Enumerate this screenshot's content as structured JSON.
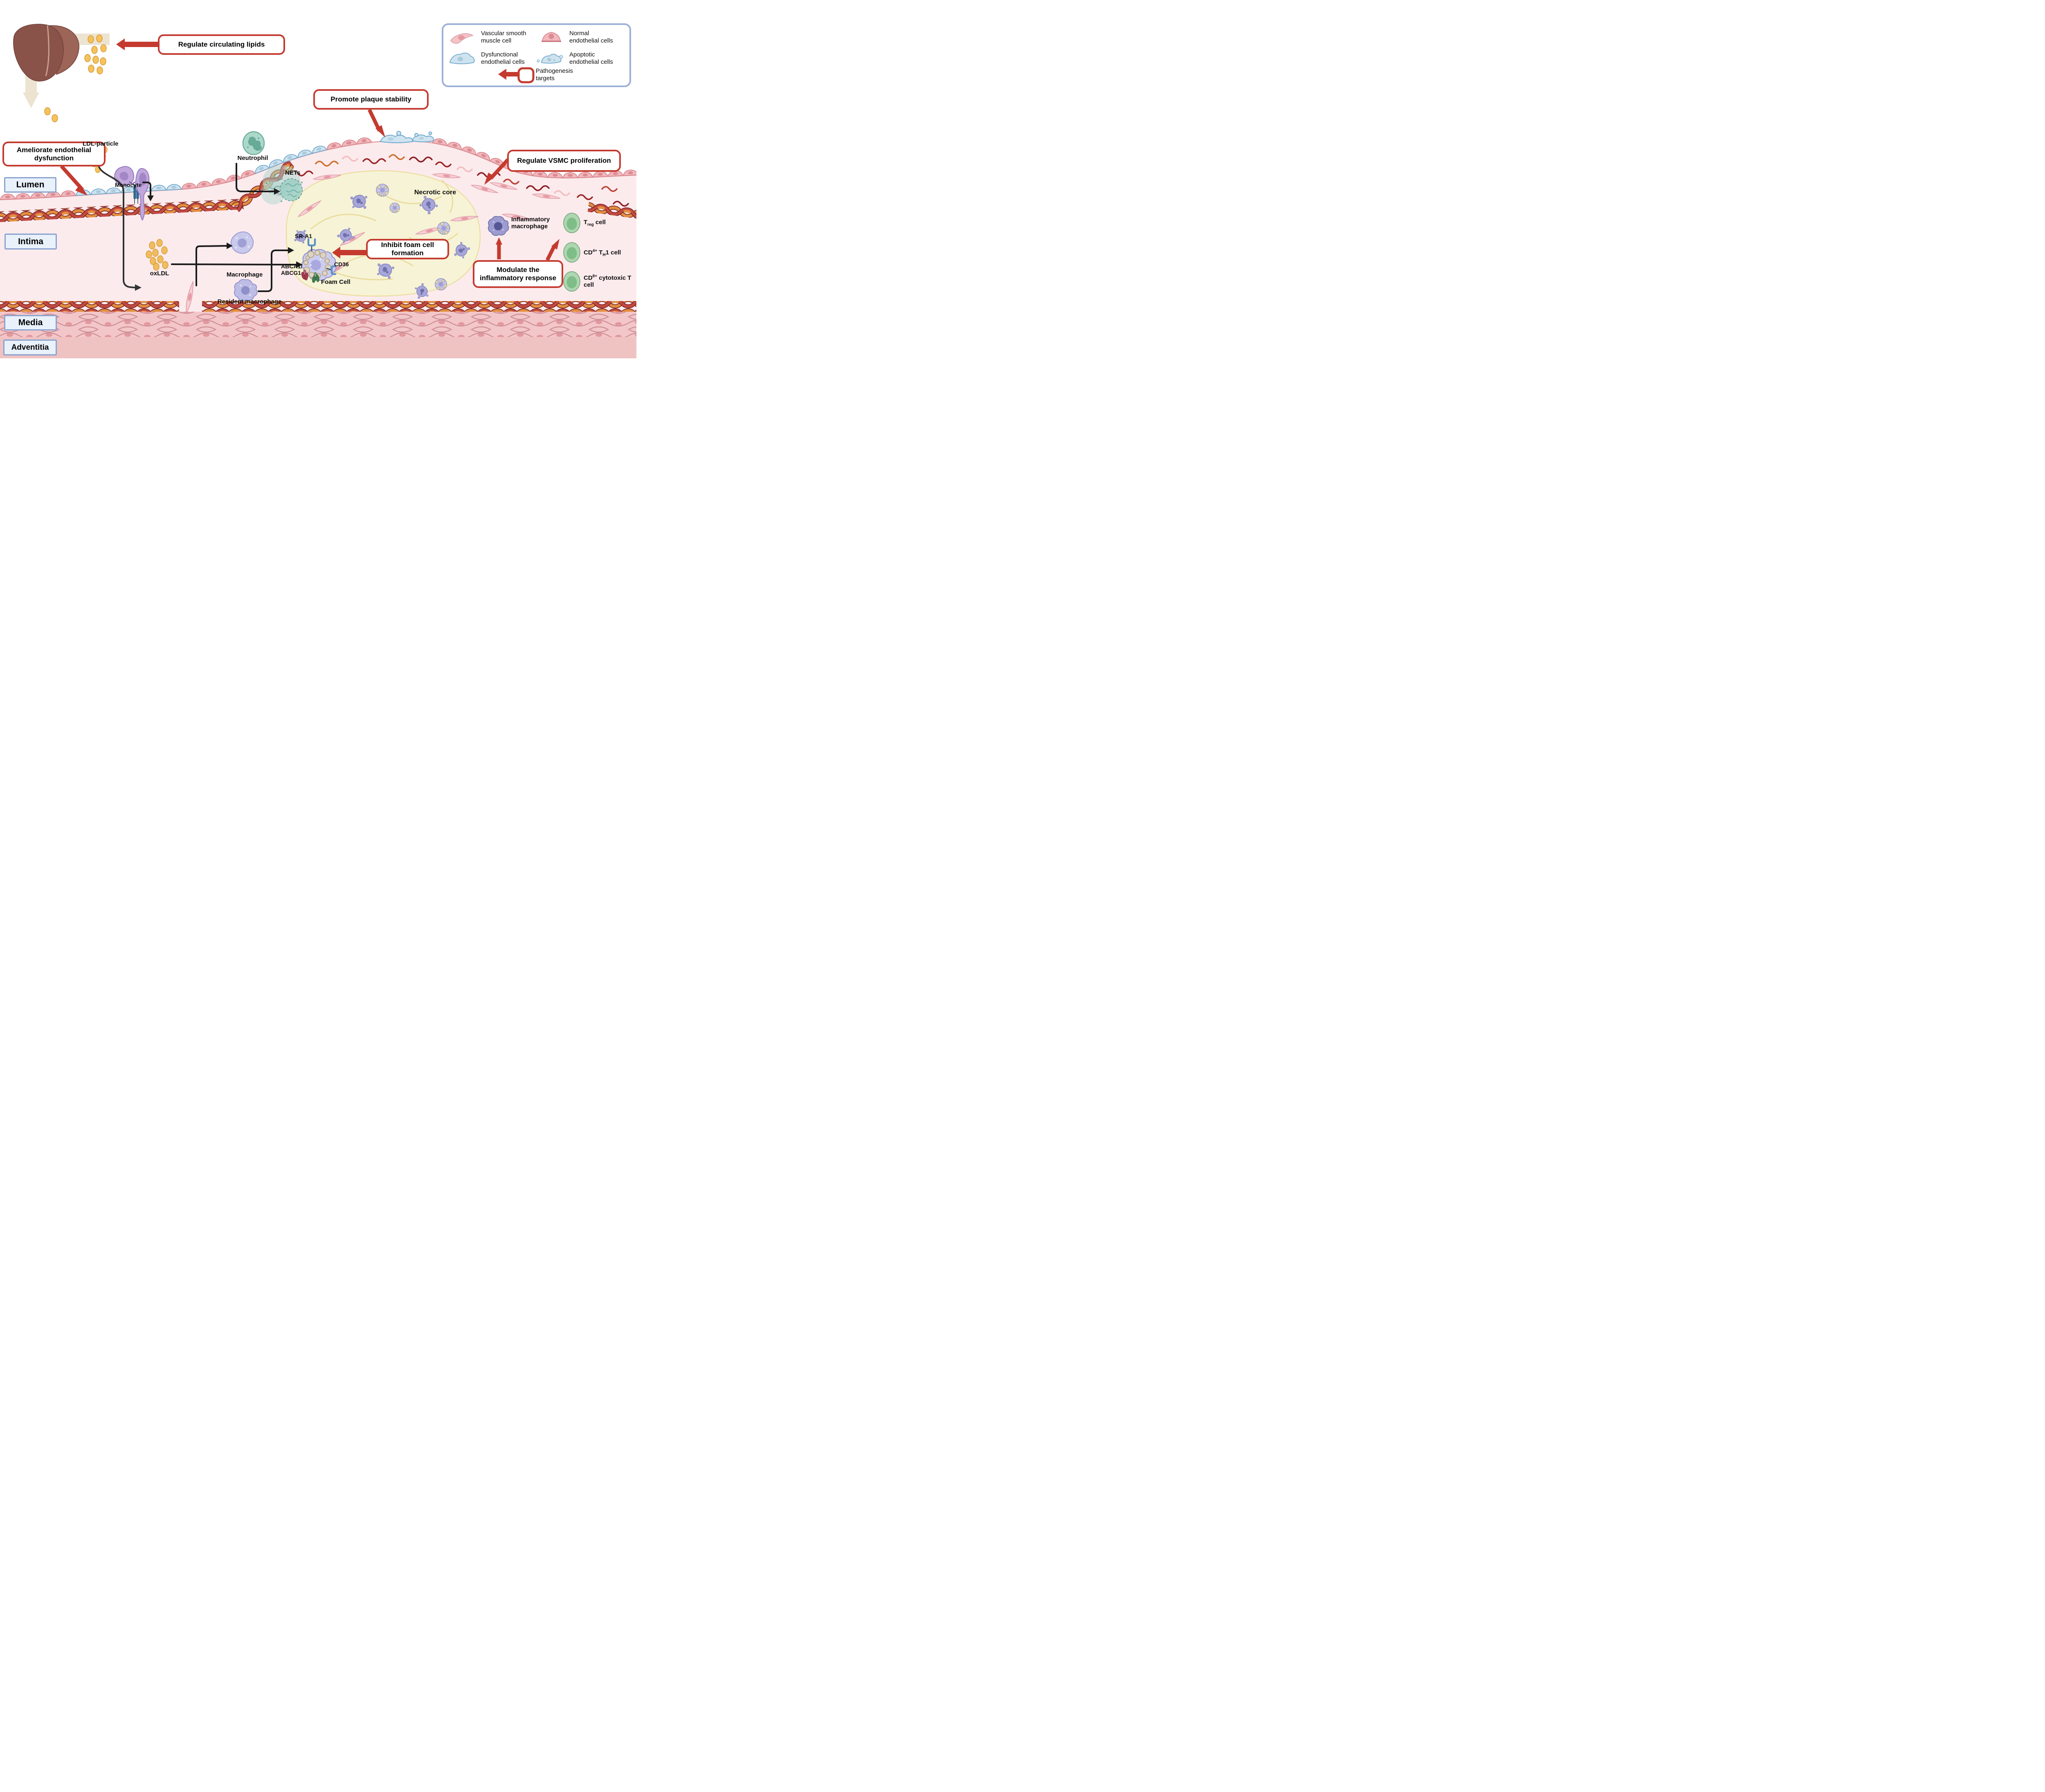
{
  "layers": {
    "lumen": "Lumen",
    "intima": "Intima",
    "media": "Media",
    "adventitia": "Adventitia"
  },
  "target_boxes": {
    "regulate_lipids": "Regulate circulating lipids",
    "ameliorate_endothelial": "Ameliorate endothelial dysfunction",
    "promote_plaque": "Promote plaque stability",
    "regulate_vsmc": "Regulate VSMC proliferation",
    "inhibit_foam": "Inhibit foam cell formation",
    "modulate_inflammatory": "Modulate the inflammatory response"
  },
  "cell_labels": {
    "ldl_particle": "LDL-particle",
    "monocyte": "Monocyte",
    "neutrophil": "Neutrophil",
    "nets": "NETs",
    "necrotic_core": "Necrotic core",
    "macrophage": "Macrophage",
    "oxldl": "oxLDL",
    "resident_macrophage": "Resident macrophage",
    "sr_a1": "SR-A1",
    "cd36": "CD36",
    "abca1": "ABCA1/",
    "abcg1": "ABCG1",
    "foam_cell": "Foam  Cell",
    "inflammatory_line1": "Inflammatory",
    "inflammatory_line2": "macrophage"
  },
  "t_cells": {
    "treg": {
      "pre": "T",
      "sub": "reg",
      "post": " cell"
    },
    "cd4": {
      "pre": "CD",
      "sup": "4+",
      "mid": " T",
      "sub": "H",
      "post": "1 cell"
    },
    "cd8": {
      "pre": "CD",
      "sup": "8+",
      "post": " cytotoxic T cell"
    }
  },
  "legend": {
    "vsmc_line1": "Vascular smooth",
    "vsmc_line2": "muscle cell",
    "normal_ec_line1": "Normal",
    "normal_ec_line2": "endothelial cells",
    "dysfunctional_ec_line1": "Dysfunctional",
    "dysfunctional_ec_line2": "endothelial cells",
    "apoptotic_ec_line1": "Apoptotic",
    "apoptotic_ec_line2": "endothelial cells",
    "pathogenesis_line1": "Pathogenesis",
    "pathogenesis_line2": "targets"
  },
  "colors": {
    "target_red": "#c43a2f",
    "legend_border": "#9db0d9",
    "layer_box_border": "#8aa3cf",
    "layer_box_bg": "#e9f1fb",
    "necrotic_core_fill": "#f7f3d6",
    "intima_fill": "#fcebed",
    "media_fill": "#f3c7c9",
    "adventitia_fill": "#efc3c2",
    "nets_teal": "#5fae9f",
    "lipid_yellow": "#f5c25c",
    "normal_ec_pink": "#f2b8bc",
    "dysfunctional_ec_blue": "#cfe3ef"
  }
}
